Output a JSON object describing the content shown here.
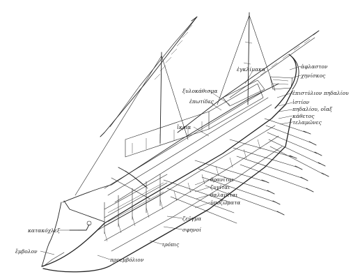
{
  "diagram": {
    "labels": {
      "akrostolion": "ἀφλαστον",
      "kheniskos": "χηνίσκος",
      "enkleima": "ἐγκλίμακα",
      "thranos": "ξυλοκάθισμα",
      "epotis": "ἐπωτίδες",
      "ikria": "ἴκρια",
      "histion": "ἱστίον",
      "oiax": "πηδαλίου, οἴαξ",
      "epistylion": "ἐπιστύλιον πηδαλίου",
      "kathetes": "κάθετος",
      "telamones": "τελαμῶνες",
      "thraniti": "θρανῖται",
      "zygitai": "ζυγῖται",
      "thalamitai": "θαλαμῖται",
      "hypozoma": "ὑποζώματα",
      "zeugma": "ζεῦγμα",
      "sphenoi": "σφηνοί",
      "tropis": "τρόπις",
      "katakoxon": "κατακόχλεξ",
      "embolon": "ἔμβολον",
      "proembolion": "προεμβόλιον"
    }
  }
}
